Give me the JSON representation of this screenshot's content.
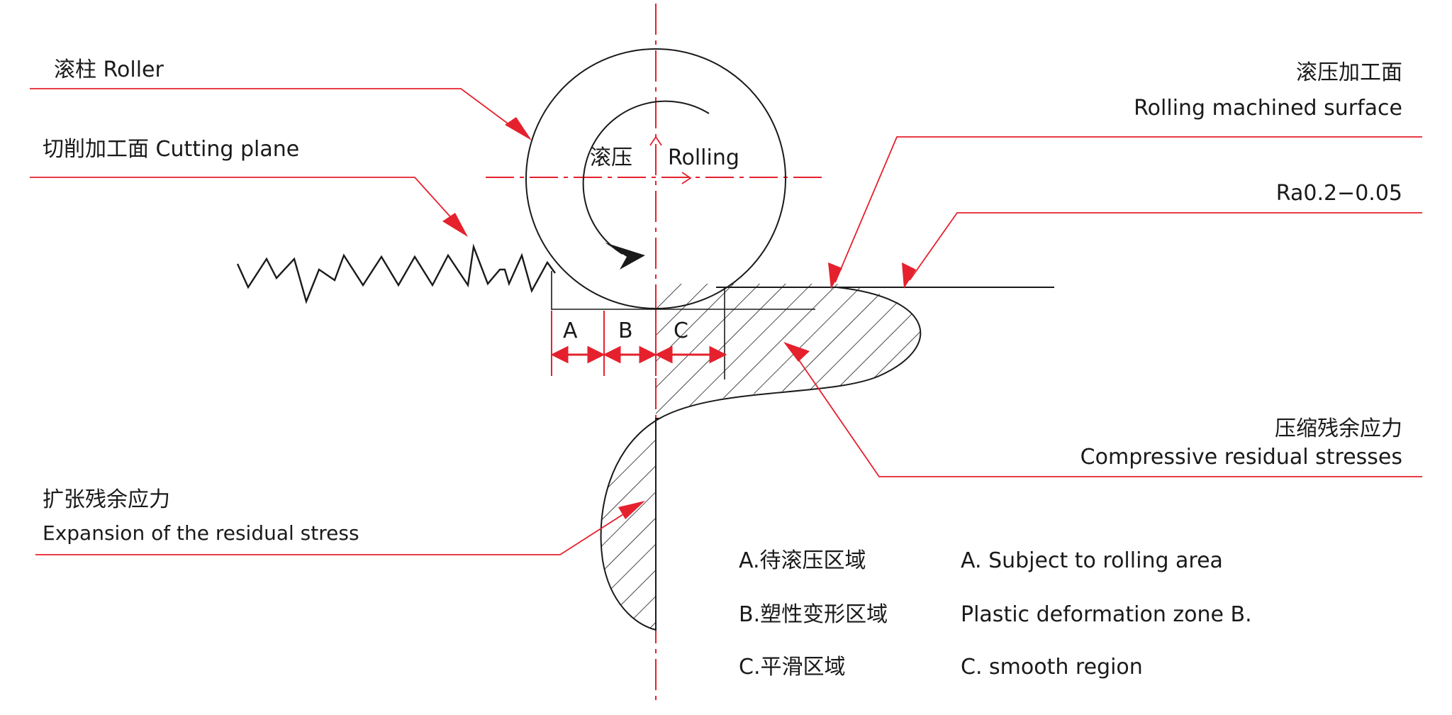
{
  "labels": {
    "roller": "滚柱  Roller",
    "cutting_plane": "切削加工面  Cutting plane",
    "rolling_cn": "滚压",
    "rolling_en": "Rolling",
    "rolling_surface_cn": "滚压加工面",
    "rolling_surface_en": "Rolling machined surface",
    "roughness": "Ra0.2−0.05",
    "compressive_cn": "压缩残余应力",
    "compressive_en": "Compressive residual stresses",
    "expansion_cn": "扩张残余应力",
    "expansion_en": "Expansion of the residual stress",
    "zone_a": "A",
    "zone_b": "B",
    "zone_c": "C"
  },
  "legend": [
    {
      "cn": "A.待滚压区域",
      "en": "A. Subject to rolling area"
    },
    {
      "cn": "B.塑性变形区域",
      "en": "Plastic deformation zone B."
    },
    {
      "cn": "C.平滑区域",
      "en": "C. smooth region"
    }
  ],
  "colors": {
    "accent": "#e5212d",
    "line": "#1a1a1a",
    "background": "#ffffff"
  }
}
